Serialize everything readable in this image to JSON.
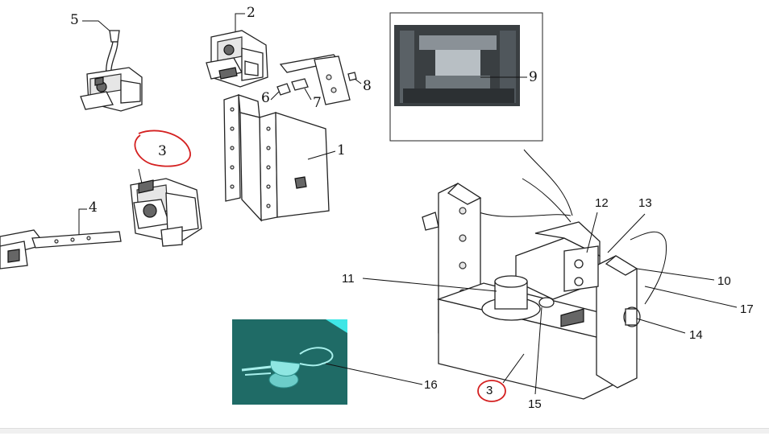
{
  "labels": {
    "p1": "1",
    "p2": "2",
    "p3a": "3",
    "p4": "4",
    "p5": "5",
    "p6": "6",
    "p7": "7",
    "p8": "8",
    "p9": "9",
    "p10": "10",
    "p11": "11",
    "p12": "12",
    "p13": "13",
    "p14": "14",
    "p15": "15",
    "p16": "16",
    "p17": "17",
    "p3b": "3"
  },
  "colors": {
    "highlight": "#d42020",
    "inset_teal": "#1f6b66",
    "inset_part": "#7fe0dc"
  }
}
